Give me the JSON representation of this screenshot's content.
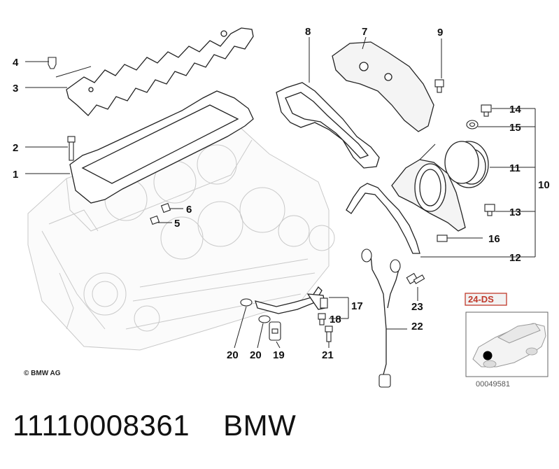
{
  "callouts": [
    "1",
    "2",
    "3",
    "4",
    "5",
    "6",
    "7",
    "8",
    "9",
    "10",
    "11",
    "12",
    "13",
    "14",
    "15",
    "16",
    "17",
    "18",
    "19",
    "20",
    "20",
    "21",
    "22",
    "23"
  ],
  "copyright": "© BMW AG",
  "reference_box": {
    "code": "24-DS",
    "image_number": "00049581"
  },
  "footer": {
    "part_number": "11110008361",
    "brand": "BMW"
  },
  "colors": {
    "line": "#222222",
    "ghost": "#c9c9c9",
    "ref_code": "#c0392b"
  }
}
